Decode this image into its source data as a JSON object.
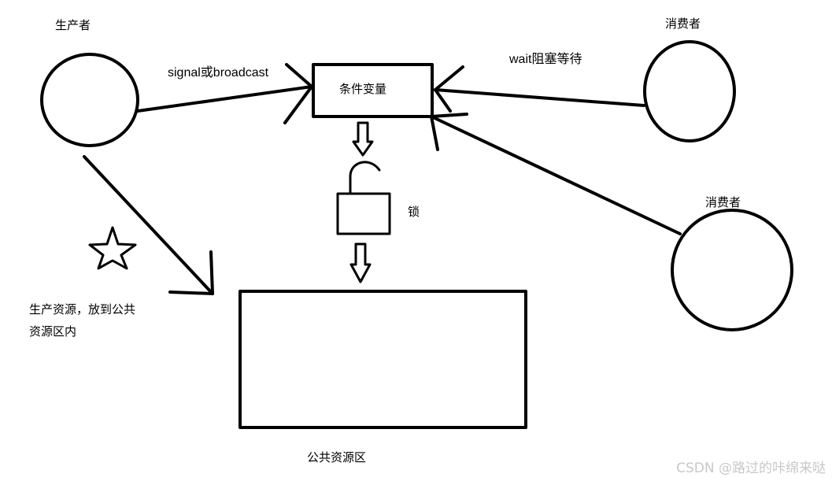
{
  "diagram": {
    "producer_label": "生产者",
    "consumer_top_label": "消费者",
    "consumer_right_label": "消费者",
    "condition_variable_label": "条件变量",
    "signal_label": "signal或broadcast",
    "wait_label": "wait阻塞等待",
    "lock_label": "锁",
    "note_lines": [
      "生产资源，放到公共",
      "资源区内"
    ],
    "shared_resource_label": "公共资源区",
    "star_icon": "star-icon",
    "lock_icon": "padlock-icon"
  },
  "watermark": {
    "text": "CSDN @路过的咔绵来哒"
  },
  "colors": {
    "ink": "#000000",
    "watermark": "#c8c8c8",
    "background": "#ffffff"
  }
}
